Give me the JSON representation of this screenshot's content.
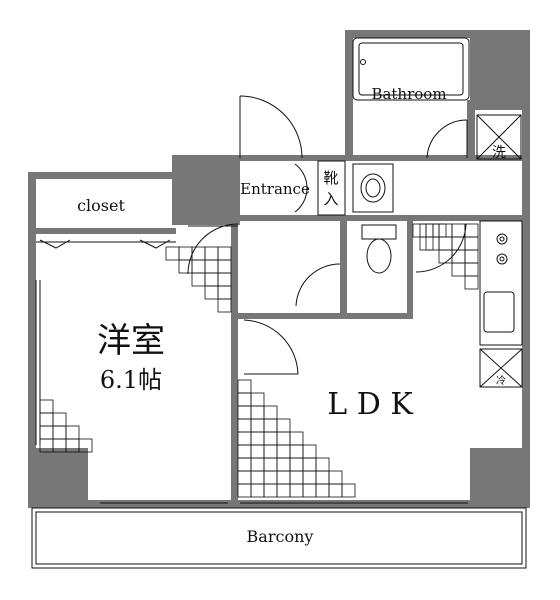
{
  "rooms": {
    "bathroom": "Bathroom",
    "entrance": "Entrance",
    "shoe_storage": "靴入",
    "closet": "closet",
    "western_room": "洋室",
    "western_room_size": "6.1帖",
    "ldk": "L D K",
    "balcony": "Barcony",
    "washer": "洗",
    "fridge": "冷"
  },
  "colors": {
    "wall": "#777777",
    "line": "#111111",
    "background": "#ffffff"
  }
}
